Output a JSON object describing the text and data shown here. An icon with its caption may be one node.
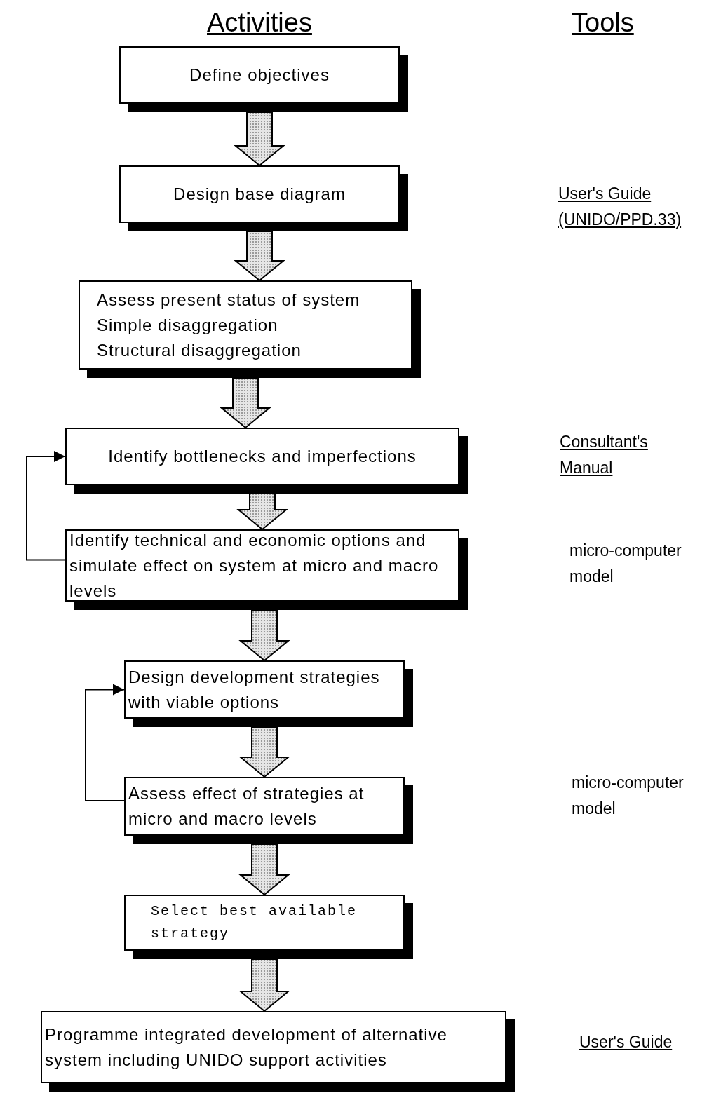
{
  "diagram": {
    "nodes": [
      {
        "text": [
          "Define objectives"
        ]
      },
      {
        "text": [
          "Design base diagram"
        ]
      },
      {
        "text": [
          "Assess present status of system",
          "Simple disaggregation",
          "Structural disaggregation"
        ]
      },
      {
        "text": [
          "Identify bottlenecks and imperfections"
        ]
      },
      {
        "text": [
          "Identify technical and economic options and simulate effect on system at micro and macro levels"
        ]
      },
      {
        "text": [
          "Design development strategies with viable options"
        ]
      },
      {
        "text": [
          "Assess effect of strategies at micro and macro levels"
        ]
      },
      {
        "text": [
          "Select best available strategy"
        ]
      },
      {
        "text": [
          "Programme integrated development of alternative system including UNIDO support activities"
        ]
      }
    ],
    "edges": [
      {
        "from": 0,
        "to": 1,
        "arrow": "to",
        "style": "thick"
      },
      {
        "from": 1,
        "to": 2,
        "arrow": "to",
        "style": "thick"
      },
      {
        "from": 2,
        "to": 3,
        "arrow": "to",
        "style": "thick"
      },
      {
        "from": 3,
        "to": 4,
        "arrow": "to",
        "style": "thick"
      },
      {
        "from": 4,
        "to": 5,
        "arrow": "to",
        "style": "thick"
      },
      {
        "from": 5,
        "to": 6,
        "arrow": "to",
        "style": "thick"
      },
      {
        "from": 6,
        "to": 7,
        "arrow": "to",
        "style": "thick"
      },
      {
        "from": 7,
        "to": 8,
        "arrow": "to",
        "style": "thick"
      },
      {
        "from": 4,
        "to": 3,
        "arrow": "to"
      },
      {
        "from": 6,
        "to": 5,
        "arrow": "to"
      }
    ],
    "labels": [
      "Activities",
      "Tools",
      "User's Guide (UNIDO/PPD.33)",
      "Consultant's Manual",
      "micro-computer model",
      "micro-computer model",
      "User's Guide"
    ]
  }
}
